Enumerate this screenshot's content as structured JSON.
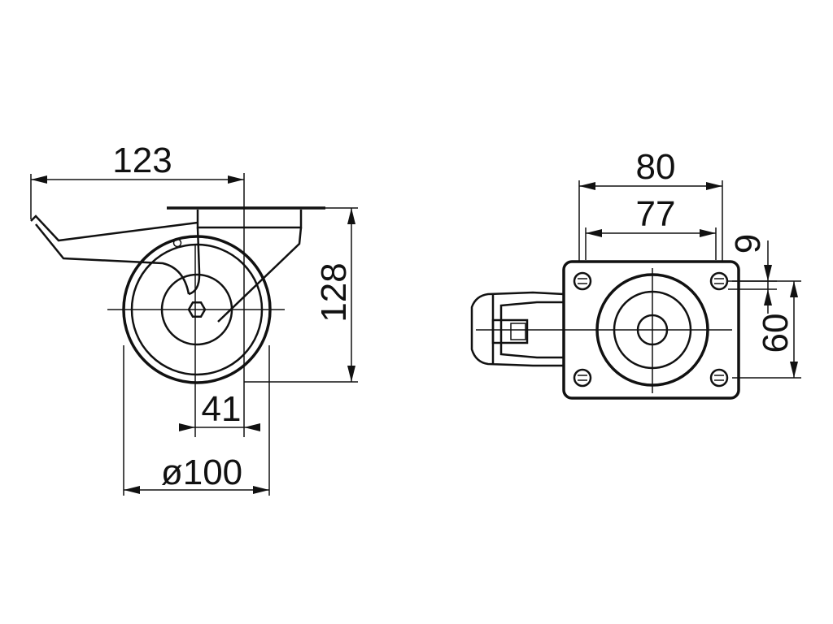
{
  "drawing": {
    "side_view": {
      "dim_overall_length": "123",
      "dim_total_height": "128",
      "dim_offset": "41",
      "dim_wheel_diameter": "ø100"
    },
    "top_view": {
      "dim_plate_width": "80",
      "dim_hole_spacing": "77",
      "dim_hole_offset": "9",
      "dim_hole_spacing_vertical": "60"
    },
    "colors": {
      "line": "#111111",
      "background": "#ffffff"
    }
  }
}
